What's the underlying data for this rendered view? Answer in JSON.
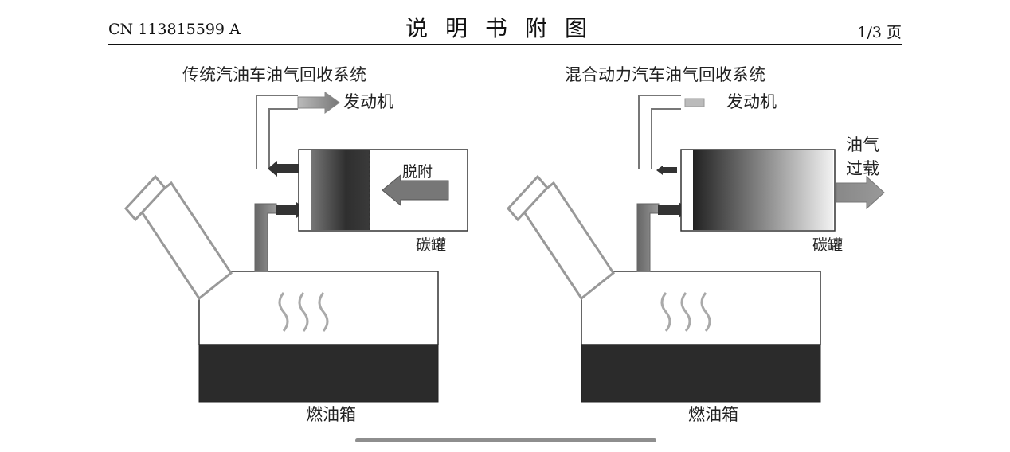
{
  "header": {
    "publication_number": "CN 113815599 A",
    "title": "说明书附图",
    "page": "1/3 页"
  },
  "left_diagram": {
    "title": "传统汽油车油气回收系统",
    "engine_label": "发动机",
    "desorption_label": "脱附",
    "canister_label": "碳罐",
    "tank_label": "燃油箱"
  },
  "right_diagram": {
    "title": "混合动力汽车油气回收系统",
    "engine_label": "发动机",
    "overload_label_line1": "油气",
    "overload_label_line2": "过载",
    "canister_label": "碳罐",
    "tank_label": "燃油箱"
  }
}
